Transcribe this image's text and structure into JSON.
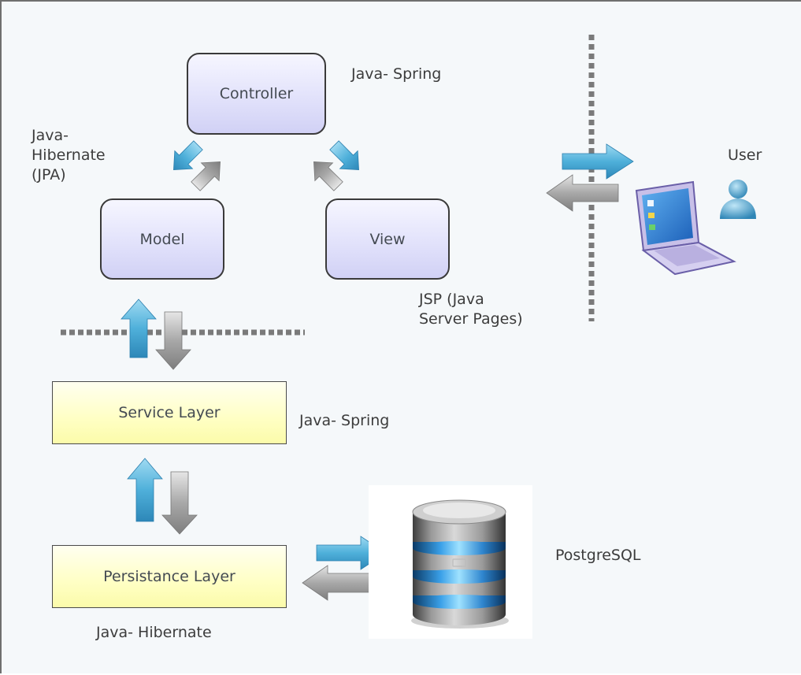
{
  "diagram": {
    "boxes": {
      "controller": "Controller",
      "model": "Model",
      "view": "View",
      "service_layer": "Service Layer",
      "persistance_layer": "Persistance Layer"
    },
    "labels": {
      "controller_tech": "Java- Spring",
      "model_tech": [
        "Java-",
        "Hibernate",
        "(JPA)"
      ],
      "view_tech": [
        "JSP (Java",
        "Server Pages)"
      ],
      "service_tech": "Java- Spring",
      "persistance_tech": "Java- Hibernate",
      "database": "PostgreSQL",
      "user": "User"
    },
    "icons": [
      "database-icon",
      "laptop-icon",
      "user-icon"
    ],
    "colors": {
      "box_mvc_fill": "#e2e2fb",
      "box_layer_fill": "#ffffc4",
      "arrow_blue": "#3ea0cf",
      "arrow_gray": "#9a9a9a",
      "separator": "#7a7a7a"
    }
  }
}
